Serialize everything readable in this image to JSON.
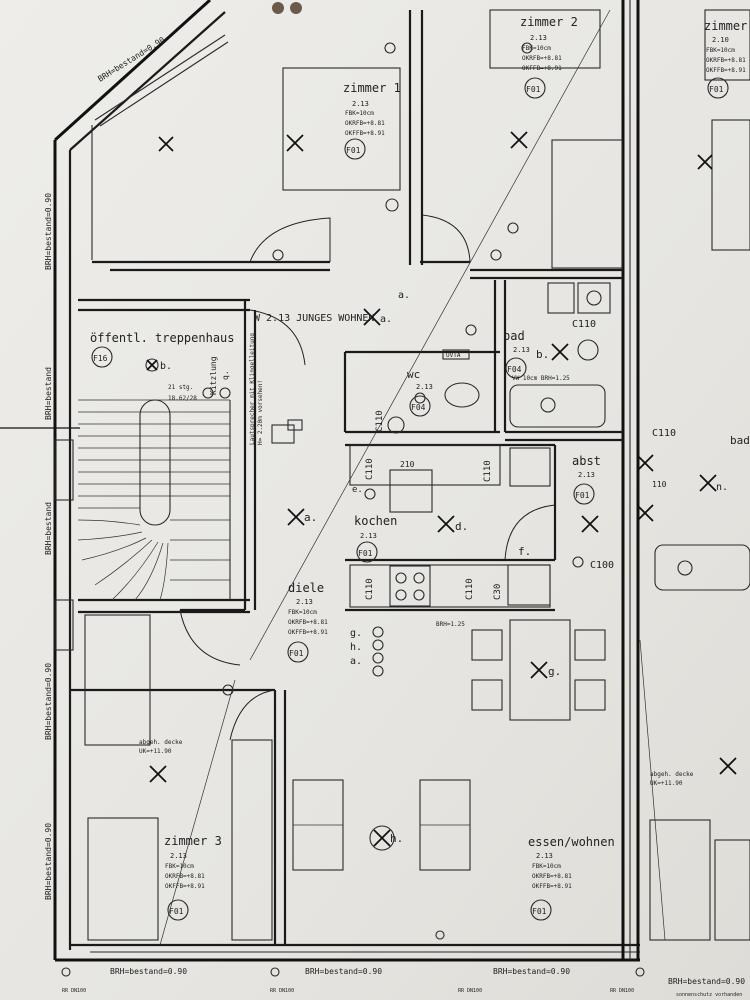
{
  "rooms": {
    "zimmer2": {
      "name": "zimmer 2",
      "code": "2.13",
      "f1": "FBK=10cm",
      "f2": "OKRFB=+8.81",
      "f3": "OKFFB=+8.91",
      "tag": "F01"
    },
    "zimmer_right": {
      "name": "zimmer",
      "code": "2.10",
      "f1": "FBK=10cm",
      "f2": "OKRFB=+8.81",
      "f3": "OKFFB=+8.91",
      "tag": "F01"
    },
    "zimmer1": {
      "name": "zimmer 1",
      "code": "2.13",
      "f1": "FBK=10cm",
      "f2": "OKRFB=+8.81",
      "f3": "OKFFB=+8.91",
      "tag": "F01"
    },
    "treppenhaus": {
      "name": "öffentl. treppenhaus",
      "tag": "F16",
      "mark": "b.",
      "steps": "21 stg.",
      "ratio": "18.62/28"
    },
    "unit": {
      "title": "W 2.13 JUNGES WOHNEN",
      "mark": "a."
    },
    "bad": {
      "name": "bad",
      "code": "2.13",
      "tag": "F04",
      "mark": "b.",
      "sill": "VW 10cm BRH=1.25"
    },
    "wc": {
      "name": "wc",
      "code": "2.13",
      "tag": "F04"
    },
    "kochen": {
      "name": "kochen",
      "code": "2.13",
      "tag": "F01",
      "mark_d": "d.",
      "mark_e": "e."
    },
    "abst": {
      "name": "abst",
      "code": "2.13",
      "tag": "F01",
      "mark_f": "f."
    },
    "diele": {
      "name": "diele",
      "code": "2.13",
      "f1": "FBK=10cm",
      "f2": "OKRFB=+8.81",
      "f3": "OKFFB=+8.91",
      "tag": "F01",
      "mark": "a."
    },
    "zimmer3": {
      "name": "zimmer 3",
      "code": "2.13",
      "f1": "FBK=10cm",
      "f2": "OKRFB=+8.81",
      "f3": "OKFFB=+8.91",
      "tag": "F01"
    },
    "essen": {
      "name": "essen/wohnen",
      "code": "2.13",
      "f1": "FBK=10cm",
      "f2": "OKRFB=+8.81",
      "f3": "OKFFB=+8.91",
      "tag": "F01",
      "mark_g": "g.",
      "mark_h": "h."
    },
    "bad_right": {
      "name": "bad",
      "mark": "n."
    }
  },
  "labels": {
    "brh_090": "BRH=bestand=0.90",
    "brh_bestand": "BRH=bestand",
    "brh_125": "BRH=1.25",
    "decke": "abgeh. decke",
    "uk": "UK=+11.90",
    "kit_line1": "Lautsprecher mit Klingelleitung",
    "kit_line2": "H= 2.20m vorsehen!",
    "briefkasten": "Kitzlung",
    "mark_q": "q.",
    "mark_a": "a.",
    "mark_g": "g.",
    "mark_h": "h.",
    "uvta": "UVTA",
    "c110": "C110",
    "c100": "C100",
    "c30": "C30",
    "n210": "210",
    "n110": "110",
    "dn": "RR DN100",
    "sonnenschutz": "sonnenschutz vorhanden"
  }
}
